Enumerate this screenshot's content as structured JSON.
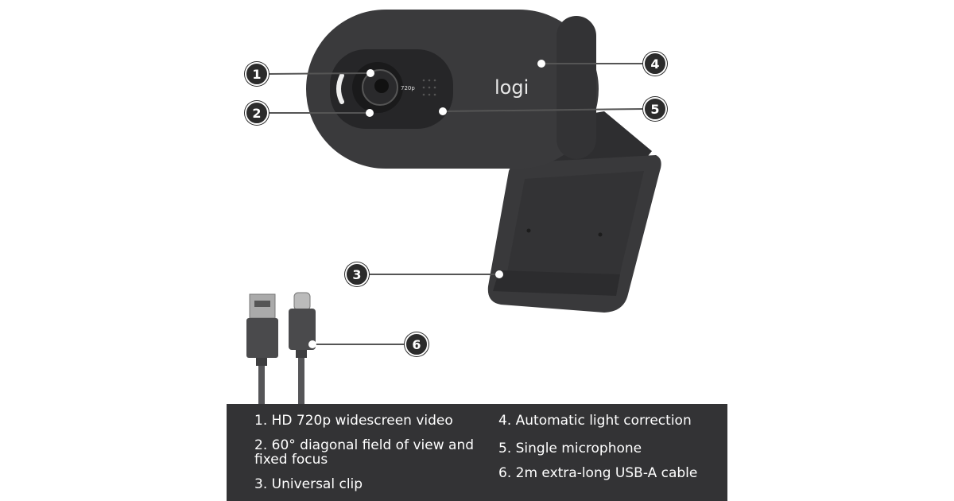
{
  "product": {
    "brand_logo": "logi",
    "resolution_mark": "720p"
  },
  "callouts": [
    "1",
    "2",
    "3",
    "4",
    "5",
    "6"
  ],
  "features": [
    {
      "text": "1. HD 720p widescreen video"
    },
    {
      "text": "2. 60° diagonal field of view and fixed focus"
    },
    {
      "text": "3. Universal clip"
    },
    {
      "text": "4. Automatic light correction"
    },
    {
      "text": "5. Single microphone"
    },
    {
      "text": "6. 2m extra-long USB-A cable"
    }
  ],
  "colors": {
    "body": "#3a3a3c",
    "panel": "#333335",
    "callout": "#2b2b2b"
  }
}
